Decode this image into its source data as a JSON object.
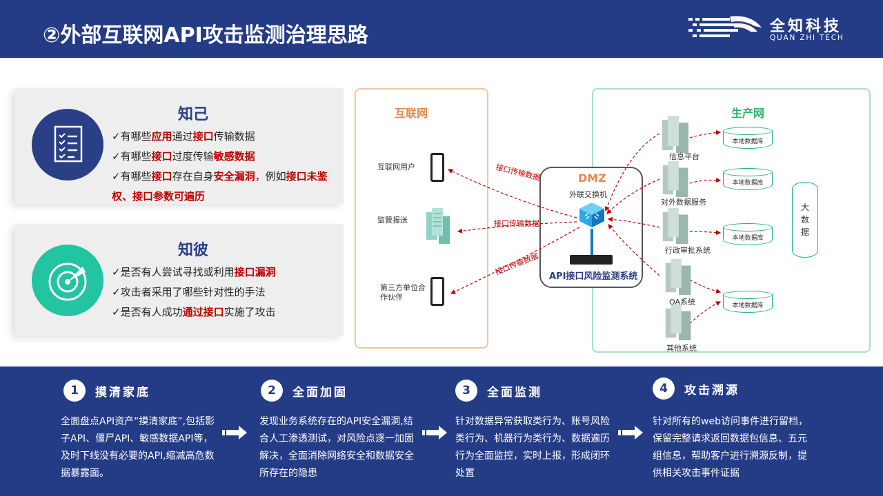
{
  "header": {
    "title": "②外部互联网API攻击监测治理思路",
    "logo_cn": "全知科技",
    "logo_en": "QUAN ZHI TECH"
  },
  "know_self": {
    "title": "知己",
    "icon": "checklist-icon",
    "lines": [
      [
        {
          "t": "✓有哪些"
        },
        {
          "t": "应用",
          "h": true
        },
        {
          "t": "通过"
        },
        {
          "t": "接口",
          "h": true
        },
        {
          "t": "传输数据"
        }
      ],
      [
        {
          "t": "✓有哪些"
        },
        {
          "t": "接口",
          "h": true
        },
        {
          "t": "过度传输"
        },
        {
          "t": "敏感数据",
          "h": true
        }
      ],
      [
        {
          "t": "✓有哪些"
        },
        {
          "t": "接口",
          "h": true
        },
        {
          "t": "存在自身"
        },
        {
          "t": "安全漏洞",
          "h": true
        },
        {
          "t": "，例如"
        },
        {
          "t": "接口未鉴权、接口参数可遍历",
          "h": true
        }
      ]
    ]
  },
  "know_other": {
    "title": "知彼",
    "icon": "radar-icon",
    "lines": [
      [
        {
          "t": "✓是否有人尝试寻找或利用"
        },
        {
          "t": "接口漏洞",
          "h": true
        }
      ],
      [
        {
          "t": "✓攻击者采用了哪些针对性的手法"
        }
      ],
      [
        {
          "t": "✓是否有人成功"
        },
        {
          "t": "通过接口",
          "h": true
        },
        {
          "t": "实施了攻击"
        }
      ]
    ]
  },
  "diagram": {
    "internet": {
      "label": "互联网",
      "nodes": [
        "互联网用户",
        "监管报送",
        "第三方单位合作伙伴"
      ]
    },
    "dmz": {
      "label": "DMZ",
      "switch": "外联交换机",
      "system": "API接口风险监测系统"
    },
    "arrow_label": "接口传输数据",
    "production": {
      "label": "生产网",
      "systems": [
        "信息平台",
        "对外数据服务",
        "行政审批系统",
        "OA系统",
        "其他系统"
      ],
      "db_label": "本地数据库",
      "bigdata": "大数据"
    }
  },
  "steps": [
    {
      "num": "1",
      "title": "摸清家底",
      "desc": "全面盘点API资产“摸清家底”,包括影子API、僵尸API、敏感数据API等，及时下线没有必要的API,缩减高危数据暴露面。"
    },
    {
      "num": "2",
      "title": "全面加固",
      "desc": "发现业务系统存在的API安全漏洞,结合人工渗透测试，对风险点逐一加固解决，全面消除网络安全和数据安全所存在的隐患"
    },
    {
      "num": "3",
      "title": "全面监测",
      "desc": "针对数据异常获取类行为、账号风险类行为、机器行为类行为、数据遍历行为全面监控，实时上报，形成闭环处置"
    },
    {
      "num": "4",
      "title": "攻击溯源",
      "desc": "针对所有的web访问事件进行留档，保留完整请求返回数据包信息、五元组信息，帮助客户进行溯源反制，提供相关攻击事件证据"
    }
  ],
  "colors": {
    "brand": "#243c86",
    "highlight": "#c00000",
    "teal": "#23c4a1",
    "internet_frame": "#f4c49c",
    "production_frame": "#a8e0c4"
  }
}
